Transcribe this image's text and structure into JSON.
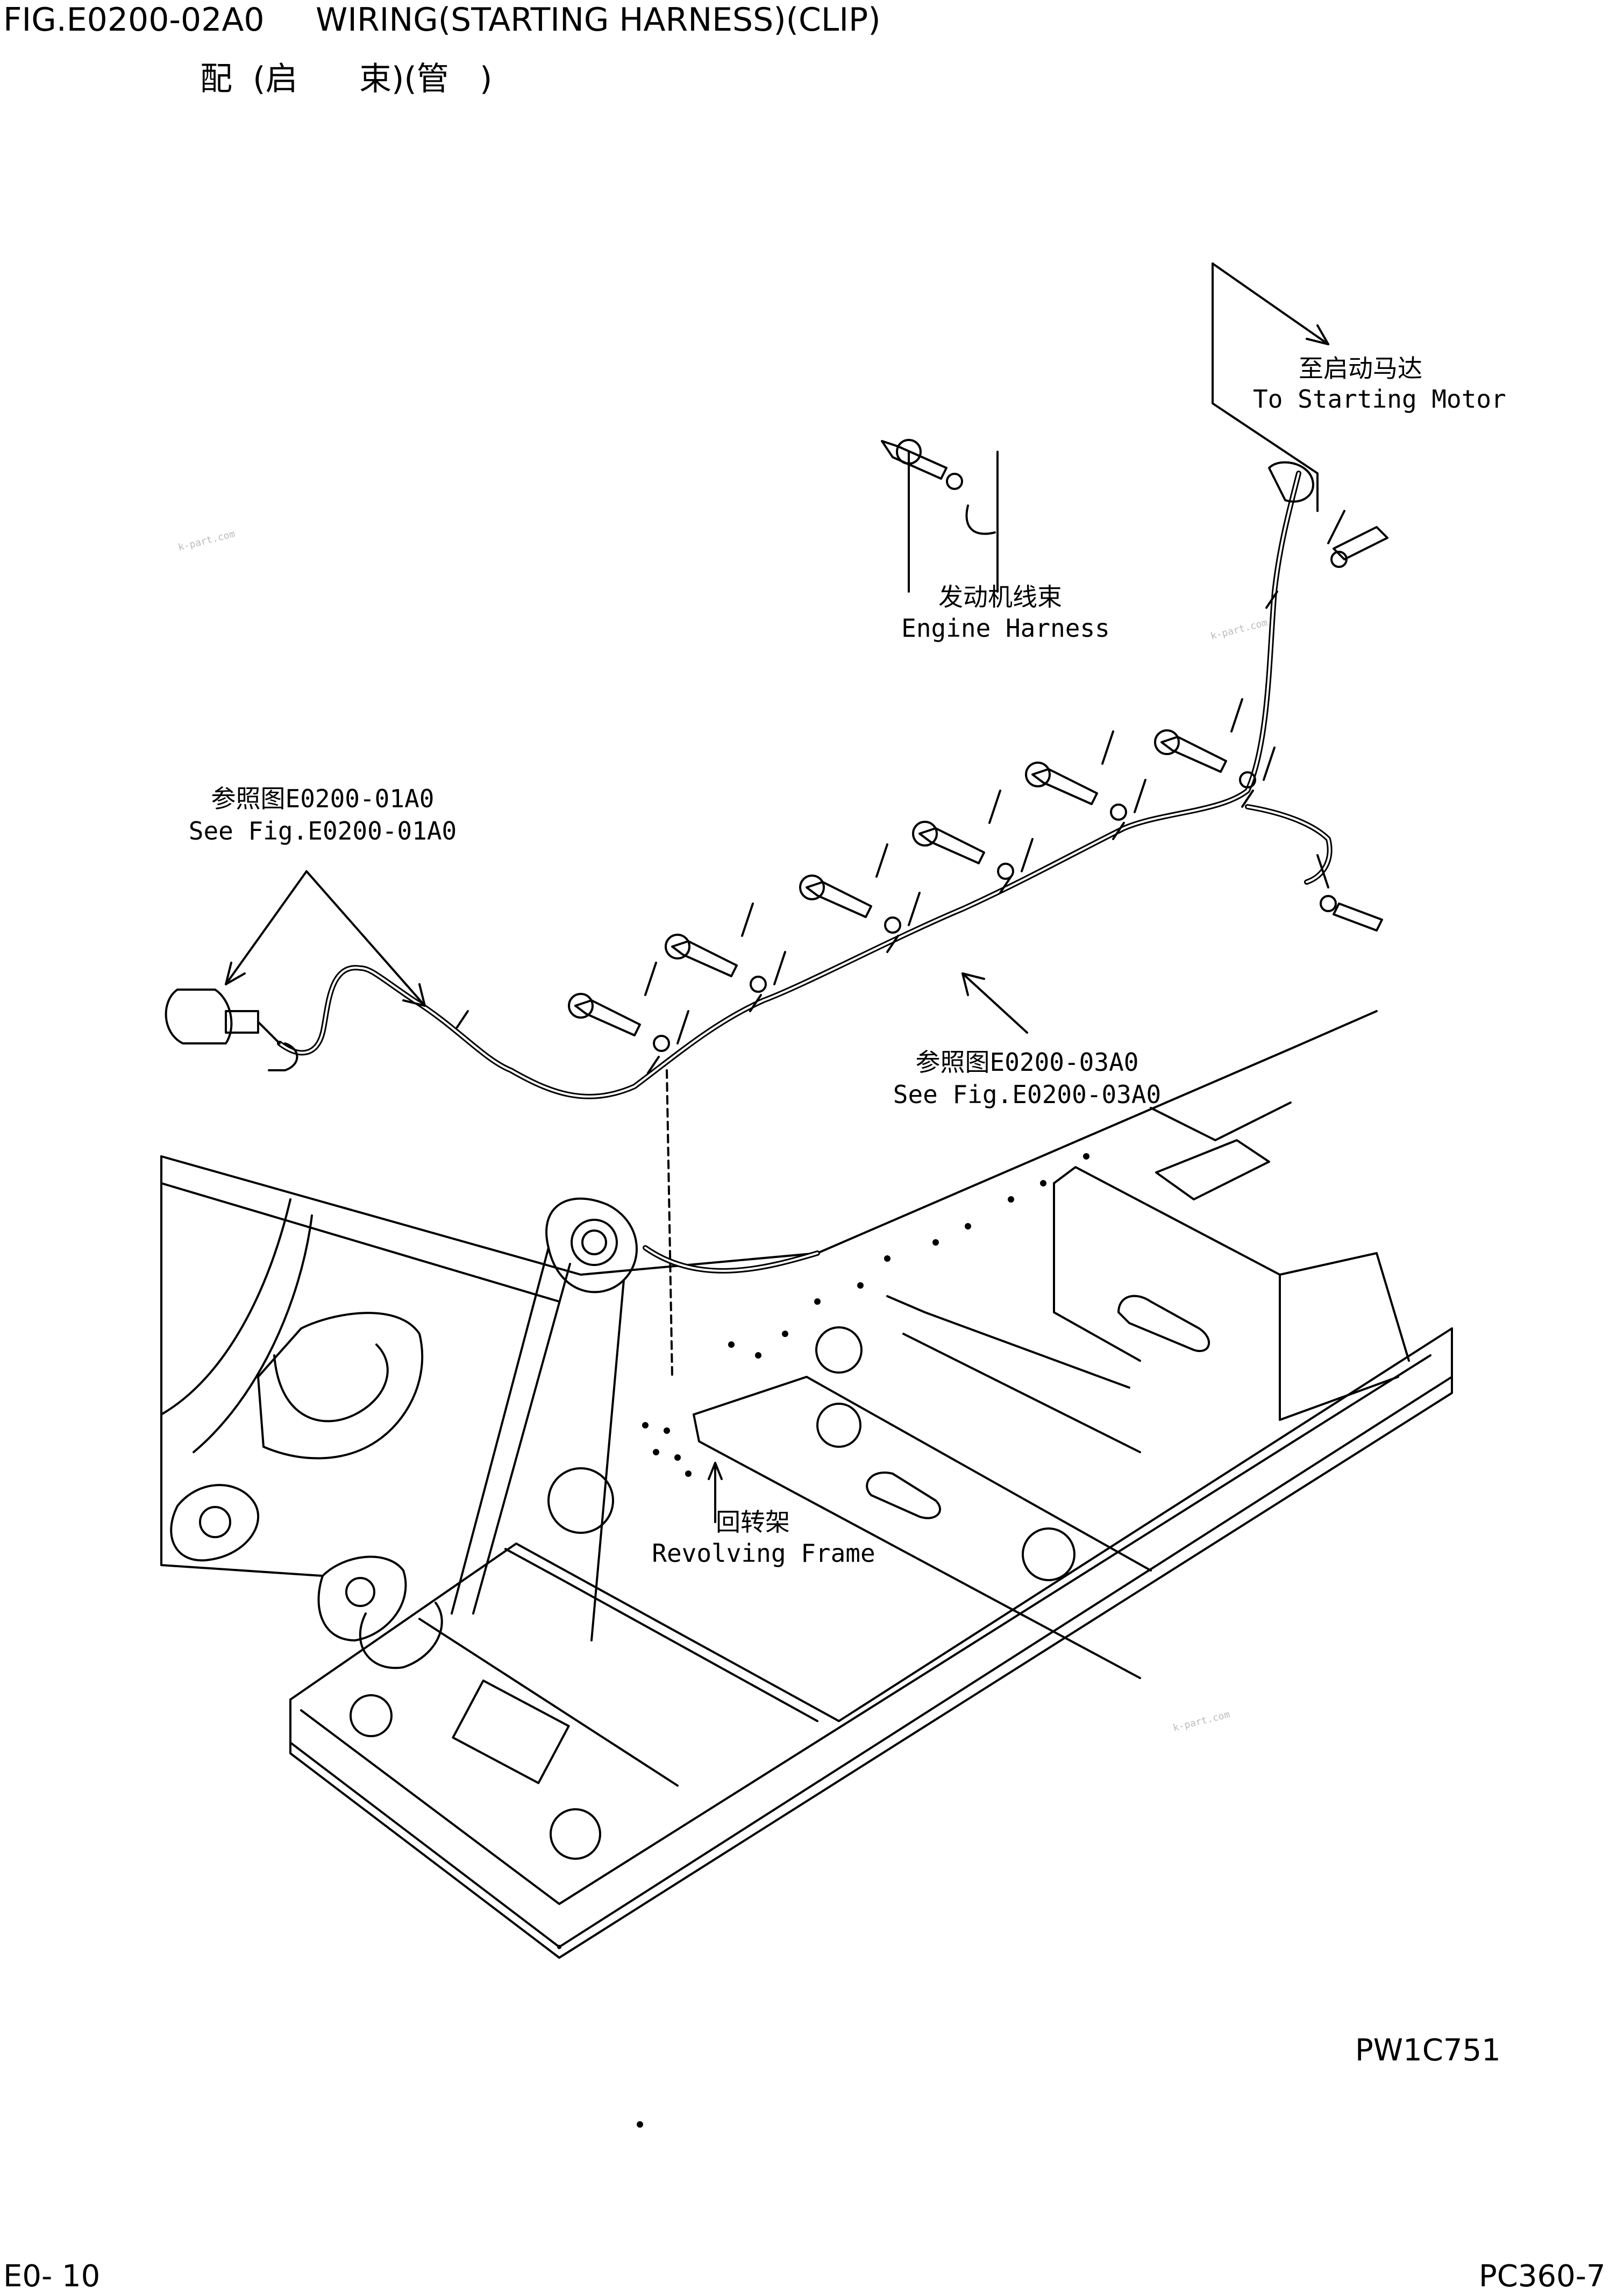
{
  "header": {
    "figure_title": "FIG.E0200-02A0     WIRING(STARTING HARNESS)(CLIP)",
    "figure_title_cn": "配  (启      束)(管   )"
  },
  "labels": {
    "to_starting_motor_cn": "至启动马达",
    "to_starting_motor_en": "To Starting Motor",
    "engine_harness_cn": "发动机线束",
    "engine_harness_en": "Engine Harness",
    "see_fig_01_cn": "参照图E0200-01A0",
    "see_fig_01_en": "See Fig.E0200-01A0",
    "see_fig_03_cn": "参照图E0200-03A0",
    "see_fig_03_en": "See Fig.E0200-03A0",
    "revolving_frame_cn": "回转架",
    "revolving_frame_en": "Revolving Frame"
  },
  "footer": {
    "illustration_code": "PW1C751",
    "page_number": "E0-  10",
    "model": "PC360-7"
  },
  "watermark": "k-part.com"
}
